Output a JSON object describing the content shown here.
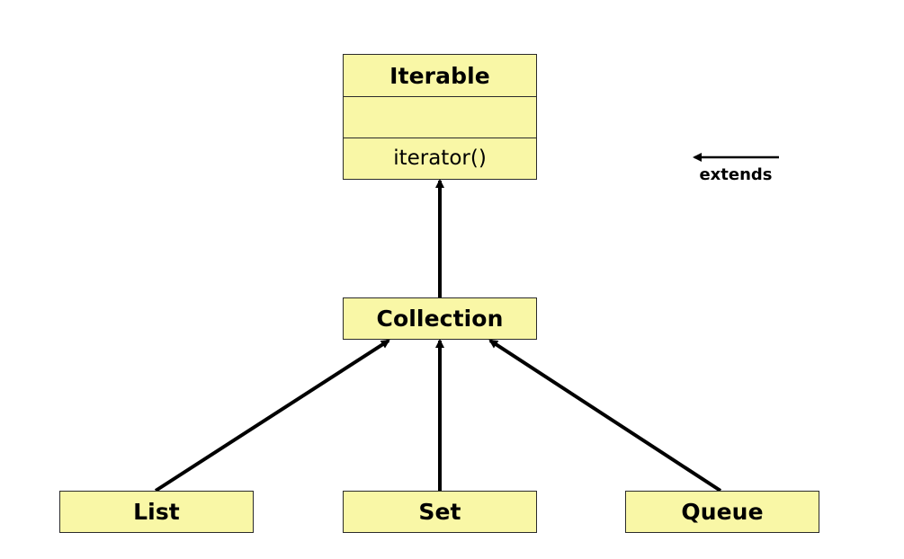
{
  "diagram": {
    "nodes": {
      "iterable": {
        "name": "Iterable",
        "attributes": "",
        "methods": [
          "iterator()"
        ]
      },
      "collection": {
        "name": "Collection"
      },
      "list": {
        "name": "List"
      },
      "set": {
        "name": "Set"
      },
      "queue": {
        "name": "Queue"
      }
    },
    "edges": [
      {
        "from": "Collection",
        "to": "Iterable",
        "type": "extends"
      },
      {
        "from": "List",
        "to": "Collection",
        "type": "extends"
      },
      {
        "from": "Set",
        "to": "Collection",
        "type": "extends"
      },
      {
        "from": "Queue",
        "to": "Collection",
        "type": "extends"
      }
    ],
    "legend": {
      "label": "extends"
    },
    "colors": {
      "box_fill": "#f9f7a6",
      "box_border": "#2b2b2b",
      "arrow": "#000000"
    }
  }
}
